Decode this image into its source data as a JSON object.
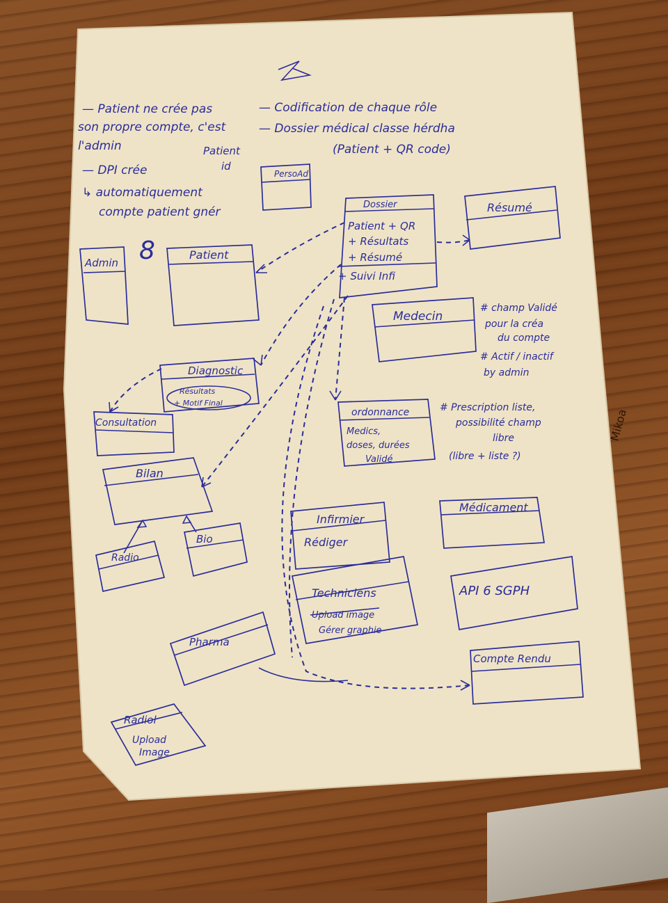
{
  "notes": {
    "left": [
      "— Patient ne crée pas",
      "son propre compte, c'est",
      "l'admin",
      "— DPI crée",
      "↳ automatiquement",
      "compte patient gnér"
    ],
    "right": [
      "— Codification de chaque rôle",
      "— Dossier médical classe hérdha",
      "(Patient + QR code)"
    ],
    "patient_id": [
      "Patient",
      "id"
    ],
    "numeral": "8"
  },
  "classes": {
    "personnel": {
      "name": "PersoAd"
    },
    "dossier": {
      "name": "Dossier",
      "members": [
        "Patient + QR",
        "+ Résultats",
        "+ Résumé",
        "+ Suivi Infi"
      ]
    },
    "resume": {
      "name": "Résumé"
    },
    "admin": {
      "name": "Admin"
    },
    "patient": {
      "name": "Patient"
    },
    "medecin": {
      "name": "Medecin"
    },
    "diagnostic": {
      "name": "Diagnostic",
      "members": [
        "Résultats",
        "+ Motif Final"
      ]
    },
    "consultation": {
      "name": "Consultation"
    },
    "ordonnance": {
      "name": "ordonnance",
      "members": [
        "Medics,",
        "doses, durées",
        "Validé"
      ]
    },
    "bilan": {
      "name": "Bilan"
    },
    "radio": {
      "name": "Radio"
    },
    "bio": {
      "name": "Bio"
    },
    "infirmier": {
      "name": "Infirmier",
      "members": [
        "Rédiger"
      ]
    },
    "medicament": {
      "name": "Médicament"
    },
    "techniciens": {
      "name": "Techniciens",
      "members": [
        "Upload image",
        "Gérer graphie"
      ]
    },
    "api": {
      "name": "API 6 SGPH"
    },
    "pharma": {
      "name": "Pharma"
    },
    "compte_rendu": {
      "name": "Compte Rendu"
    },
    "radiol": {
      "name": "Radiol",
      "members": [
        "Upload",
        "Image"
      ]
    }
  },
  "side_notes": {
    "medecin": [
      "# champ Validé",
      "pour la créa",
      "du compte",
      "# Actif / inactif",
      "by admin"
    ],
    "ordonnance": [
      "# Prescription liste,",
      "possibilité champ",
      "libre",
      "(libre + liste ?)"
    ]
  },
  "table_scribble": "Mikoa",
  "colors": {
    "ink": "#2a2d9a",
    "paper": "#efe3c7",
    "wood": "#7a4520"
  }
}
